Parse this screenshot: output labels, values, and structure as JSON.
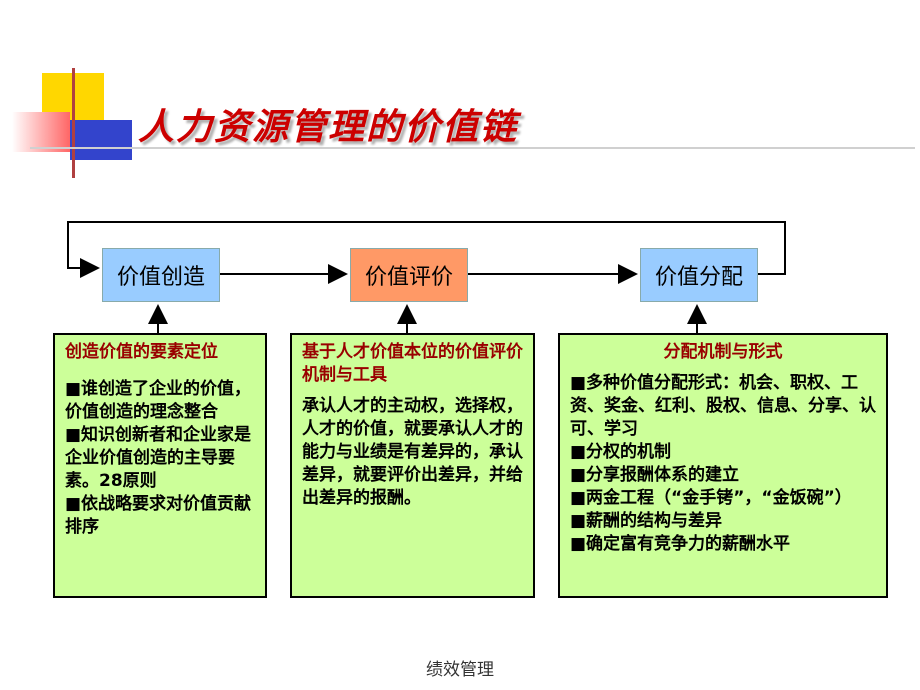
{
  "title": "人力资源管理的价值链",
  "flow": {
    "create": "价值创造",
    "evaluate": "价值评价",
    "distribute": "价值分配"
  },
  "boxes": {
    "left": {
      "head": "创造价值的要素定位",
      "items": [
        "■谁创造了企业的价值，价值创造的理念整合",
        "■知识创新者和企业家是企业价值创造的主导要素。28原则",
        "■依战略要求对价值贡献排序"
      ]
    },
    "middle": {
      "head": "基于人才价值本位的价值评价机制与工具",
      "body": "承认人才的主动权，选择权，人才的价值，就要承认人才的能力与业绩是有差异的，承认差异，就要评价出差异，并给出差异的报酬。"
    },
    "right": {
      "head": "分配机制与形式",
      "items": [
        "■多种价值分配形式：机会、职权、工资、奖金、红利、股权、信息、分享、认可、学习",
        "■分权的机制",
        "■分享报酬体系的建立",
        "■两金工程（“金手铐”，“金饭碗”）",
        "■薪酬的结构与差异",
        "■确定富有竞争力的薪酬水平"
      ]
    }
  },
  "footer": "绩效管理",
  "colors": {
    "flow_blue": "#99ccff",
    "flow_orange": "#ff9966",
    "box_fill": "#ccff99",
    "title_red": "#cc0000",
    "head_dark_red": "#990000"
  }
}
